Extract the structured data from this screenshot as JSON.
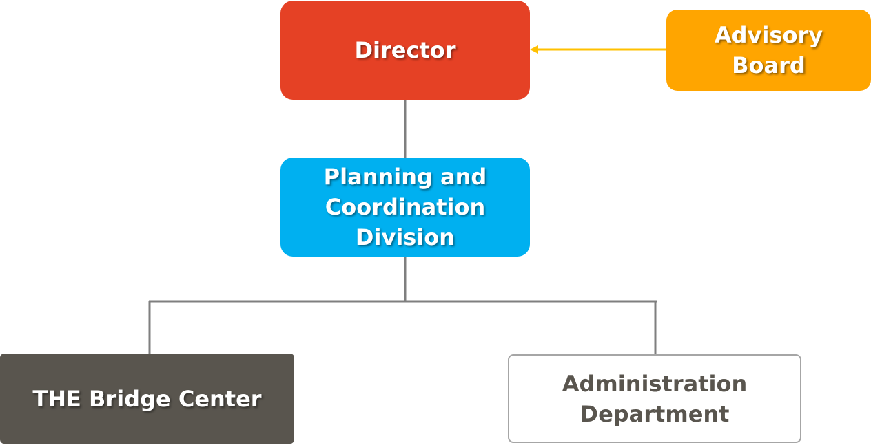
{
  "nodes": {
    "director": {
      "label": "Director",
      "color": "#E54125"
    },
    "advisory_board": {
      "label": "Advisory\nBoard",
      "color": "#FFA500"
    },
    "planning": {
      "label": "Planning and\nCoordination\nDivision",
      "color": "#00B0F0"
    },
    "bridge_center": {
      "label": "THE Bridge Center",
      "color": "#59554E"
    },
    "administration": {
      "label": "Administration\nDepartment",
      "color": "#59554E"
    }
  },
  "colors": {
    "connector": "#7F7F7F",
    "advisory_arrow": "#FFC000"
  }
}
